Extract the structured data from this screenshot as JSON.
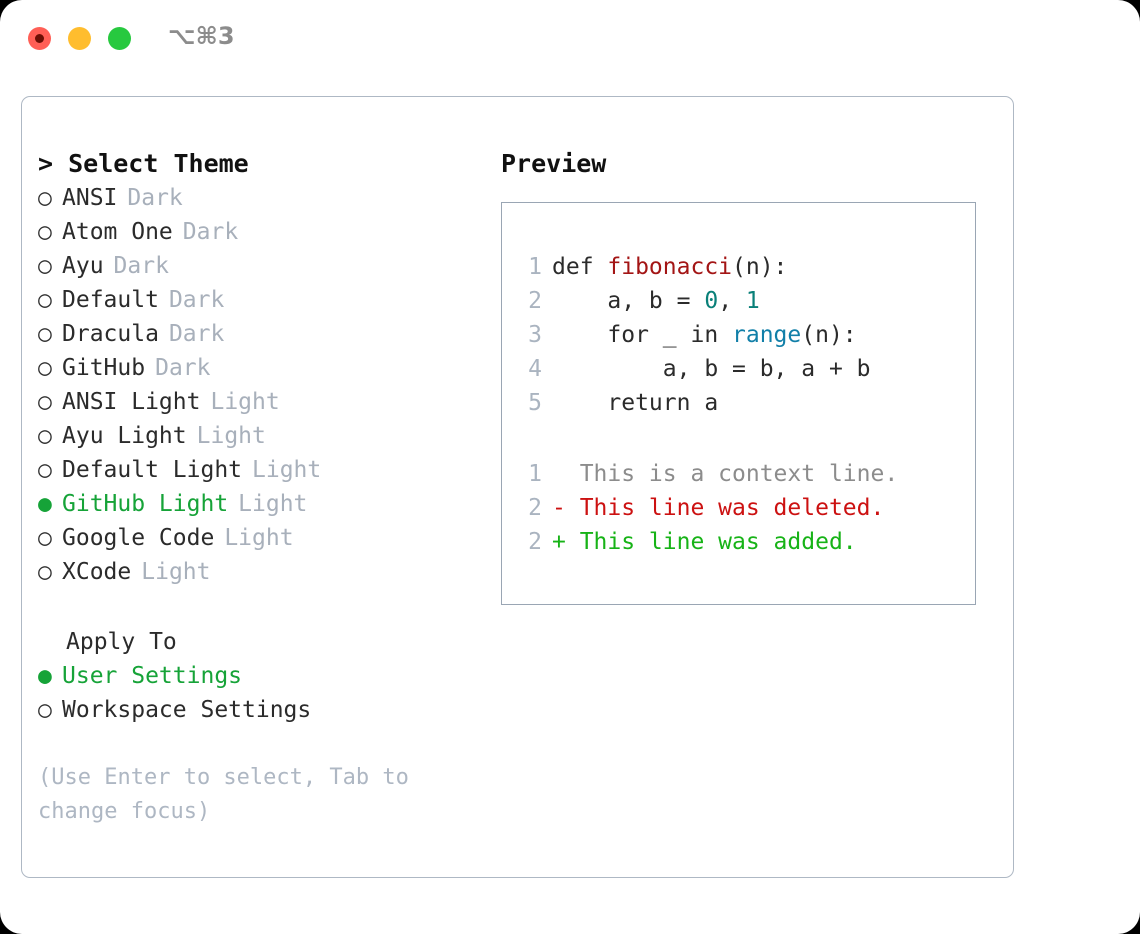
{
  "window": {
    "shortcut": "⌥⌘3",
    "traffic_lights": [
      {
        "name": "close",
        "color": "#ff5f56"
      },
      {
        "name": "minimize",
        "color": "#ffbd2e"
      },
      {
        "name": "maximize",
        "color": "#27c93f"
      }
    ]
  },
  "theme_picker": {
    "header": "> Select Theme",
    "bullet_selected": "●",
    "bullet_unselected": "○",
    "items": [
      {
        "name": "ANSI",
        "variant": "Dark",
        "selected": false
      },
      {
        "name": "Atom One",
        "variant": "Dark",
        "selected": false
      },
      {
        "name": "Ayu",
        "variant": "Dark",
        "selected": false
      },
      {
        "name": "Default",
        "variant": "Dark",
        "selected": false
      },
      {
        "name": "Dracula",
        "variant": "Dark",
        "selected": false
      },
      {
        "name": "GitHub",
        "variant": "Dark",
        "selected": false
      },
      {
        "name": "ANSI Light",
        "variant": "Light",
        "selected": false
      },
      {
        "name": "Ayu Light",
        "variant": "Light",
        "selected": false
      },
      {
        "name": "Default Light",
        "variant": "Light",
        "selected": false
      },
      {
        "name": "GitHub Light",
        "variant": "Light",
        "selected": true
      },
      {
        "name": "Google Code",
        "variant": "Light",
        "selected": false
      },
      {
        "name": "XCode",
        "variant": "Light",
        "selected": false
      }
    ]
  },
  "apply_to": {
    "title": "Apply To",
    "options": [
      {
        "label": "User Settings",
        "selected": true
      },
      {
        "label": "Workspace Settings",
        "selected": false
      }
    ]
  },
  "hint": "(Use Enter to select, Tab to change focus)",
  "preview": {
    "title": "Preview",
    "code_lines": [
      {
        "number": "1",
        "spans": [
          {
            "text": "def ",
            "type": "plain"
          },
          {
            "text": "fibonacci",
            "type": "func"
          },
          {
            "text": "(n):",
            "type": "plain"
          }
        ]
      },
      {
        "number": "2",
        "spans": [
          {
            "text": "    a, b = ",
            "type": "plain"
          },
          {
            "text": "0",
            "type": "num"
          },
          {
            "text": ", ",
            "type": "plain"
          },
          {
            "text": "1",
            "type": "num"
          }
        ]
      },
      {
        "number": "3",
        "spans": [
          {
            "text": "    for _ in ",
            "type": "plain"
          },
          {
            "text": "range",
            "type": "call"
          },
          {
            "text": "(n):",
            "type": "plain"
          }
        ]
      },
      {
        "number": "4",
        "spans": [
          {
            "text": "        a, b = b, a + b",
            "type": "plain"
          }
        ]
      },
      {
        "number": "5",
        "spans": [
          {
            "text": "    return a",
            "type": "plain"
          }
        ]
      }
    ],
    "diff_lines": [
      {
        "number": "1",
        "marker": "  ",
        "text": "  This is a context line.",
        "type": "context"
      },
      {
        "number": "2",
        "marker": "- ",
        "text": "- This line was deleted.",
        "type": "deleted"
      },
      {
        "number": "2",
        "marker": "+ ",
        "text": "+ This line was added.",
        "type": "added"
      }
    ]
  },
  "colors": {
    "accent_green": "#16a338",
    "muted": "#a8b0bb",
    "hint": "#aeb7c3",
    "border": "#aeb8c4",
    "preview_border": "#9aa6b4",
    "syntax_function": "#a31515",
    "syntax_number": "#0a8079",
    "syntax_call": "#117fa8",
    "diff_context": "#8c8c8c",
    "diff_deleted": "#cc1111",
    "diff_added": "#17b317",
    "gutter": "#aab4c0"
  }
}
